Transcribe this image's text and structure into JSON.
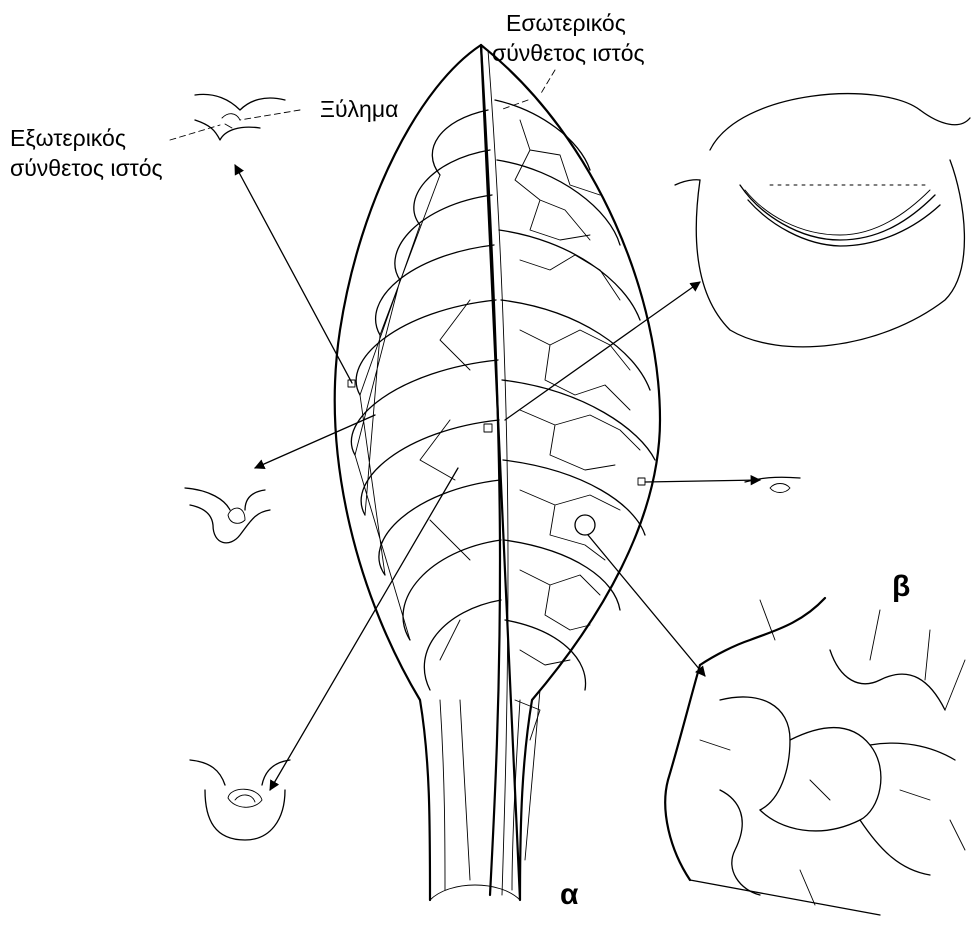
{
  "labels": {
    "internal_tissue_line1": "Εσωτερικός",
    "internal_tissue_line2": "σύνθετος ιστός",
    "xylem": "Ξύλημα",
    "external_tissue_line1": "Εξωτερικός",
    "external_tissue_line2": "σύνθετος ιστός",
    "panel_a": "α",
    "panel_b": "β"
  }
}
